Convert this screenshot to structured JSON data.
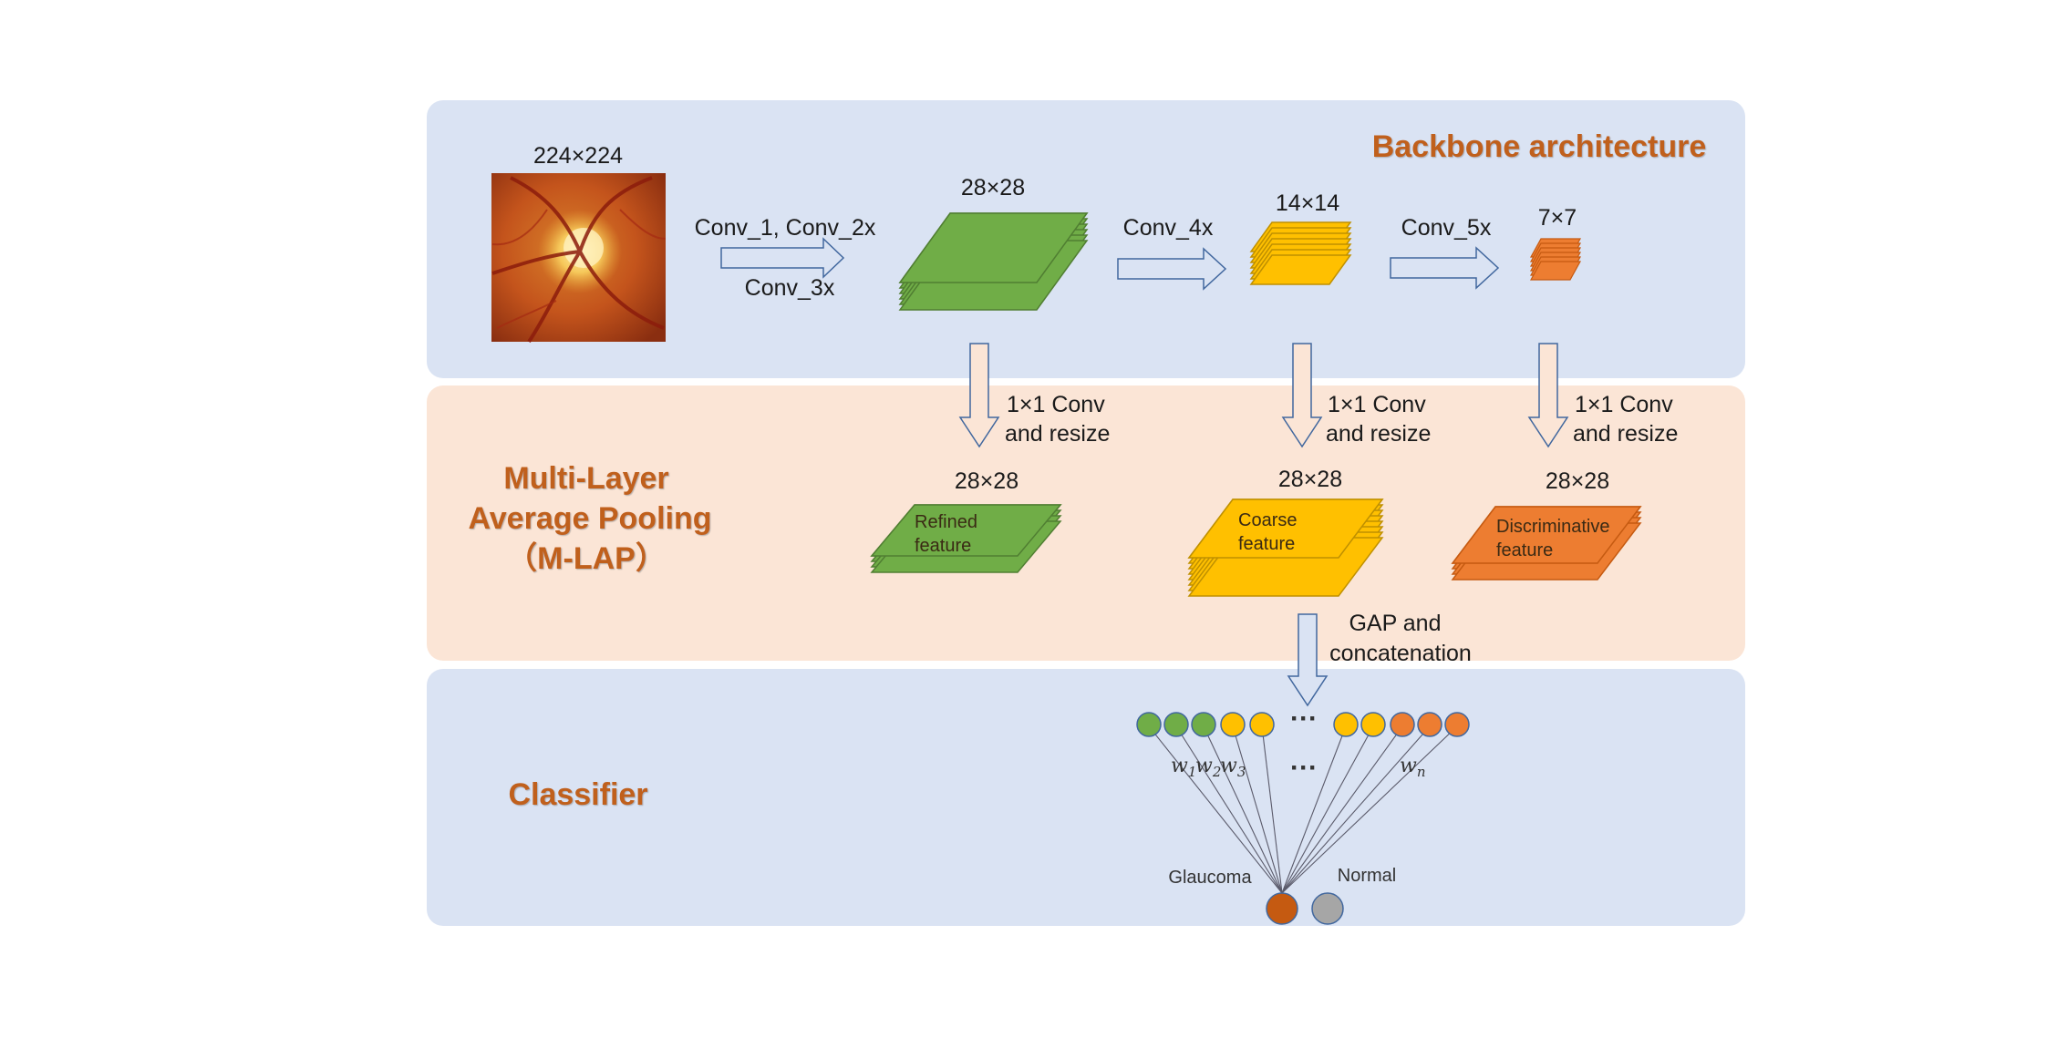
{
  "sections": {
    "backbone": "Backbone architecture",
    "mlap_line1": "Multi-Layer",
    "mlap_line2": "Average Pooling",
    "mlap_line3": "（M-LAP）",
    "classifier": "Classifier"
  },
  "backbone": {
    "input_size": "224×224",
    "stage1_label_top": "Conv_1,   Conv_2x",
    "stage1_label_bottom": "Conv_3x",
    "stage1_size": "28×28",
    "stage2_label": "Conv_4x",
    "stage2_size": "14×14",
    "stage3_label": "Conv_5x",
    "stage3_size": "7×7"
  },
  "mlap": {
    "conv_line1": "1×1 Conv",
    "conv_line2": "and resize",
    "out_size": "28×28",
    "refined_line1": "Refined",
    "refined_line2": "feature",
    "coarse_line1": "Coarse",
    "coarse_line2": "feature",
    "discrim_line1": "Discriminative",
    "discrim_line2": "feature",
    "gap_line1": "GAP and",
    "gap_line2": "concatenation"
  },
  "classifier": {
    "ellipsis": "···",
    "w1": "w",
    "w1_sub": "1",
    "w2": "w",
    "w2_sub": "2",
    "w3": "w",
    "w3_sub": "3",
    "wn": "w",
    "wn_sub": "n",
    "glaucoma": "Glaucoma",
    "normal": "Normal"
  },
  "colors": {
    "backbone_bg": "#dae3f3",
    "mlap_bg": "#fbe5d6",
    "green": "#70ad47",
    "yellow": "#ffc000",
    "orange": "#ed7d31",
    "glaucoma_node": "#c55a11",
    "normal_node": "#a6a6a6",
    "title_text": "#c0601e"
  }
}
